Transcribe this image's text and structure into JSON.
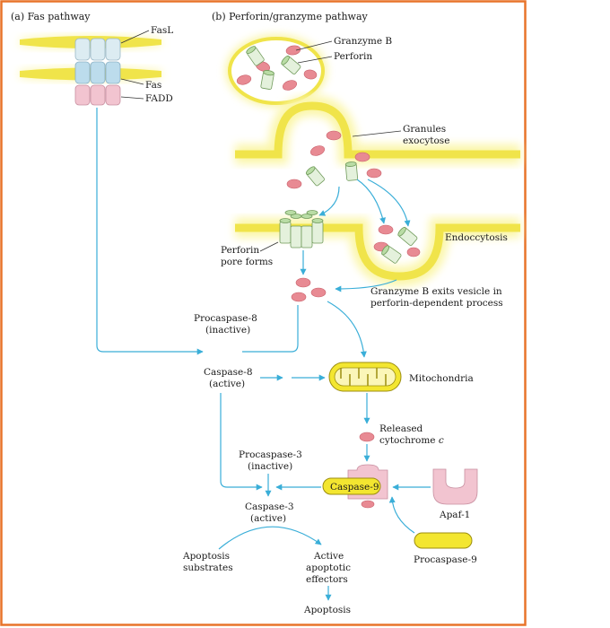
{
  "colors": {
    "frame": "#e8742a",
    "arrow": "#3aaed8",
    "membrane": "#f0e44a",
    "glow": "#fbf6a8",
    "granzyme": "#e88a93",
    "perforin": "#e4f1dc",
    "fasL": "#dcecf2",
    "fas": "#bcdcec",
    "fadd": "#f2c4d0",
    "apaf": "#f2c4d0",
    "caspase9": "#f3e630"
  },
  "panels": {
    "a": "(a)  Fas pathway",
    "b": "(b)  Perforin/granzyme pathway"
  },
  "labels": {
    "fasl": "FasL",
    "fas": "Fas",
    "fadd": "FADD",
    "granzyme_b": "Granzyme B",
    "perforin": "Perforin",
    "granules_1": "Granules",
    "granules_2": "exocytose",
    "endocytosis": "Endoccytosis",
    "pore_1": "Perforin",
    "pore_2": "pore forms",
    "exits_1": "Granzyme B exits vesicle in",
    "exits_2": "perforin-dependent process",
    "procasp8_1": "Procaspase-8",
    "procasp8_2": "(inactive)",
    "casp8_1": "Caspase-8",
    "casp8_2": "(active)",
    "mito": "Mitochondria",
    "released_1": "Released",
    "released_2": "cytochrome ",
    "released_c": "c",
    "procasp3_1": "Procaspase-3",
    "procasp3_2": "(inactive)",
    "casp9": "Caspase-9",
    "apaf": "Apaf-1",
    "casp3_1": "Caspase-3",
    "casp3_2": "(active)",
    "procasp9": "Procaspase-9",
    "subs_1": "Apoptosis",
    "subs_2": "substrates",
    "eff_1": "Active",
    "eff_2": "apoptotic",
    "eff_3": "effectors",
    "apoptosis": "Apoptosis"
  }
}
